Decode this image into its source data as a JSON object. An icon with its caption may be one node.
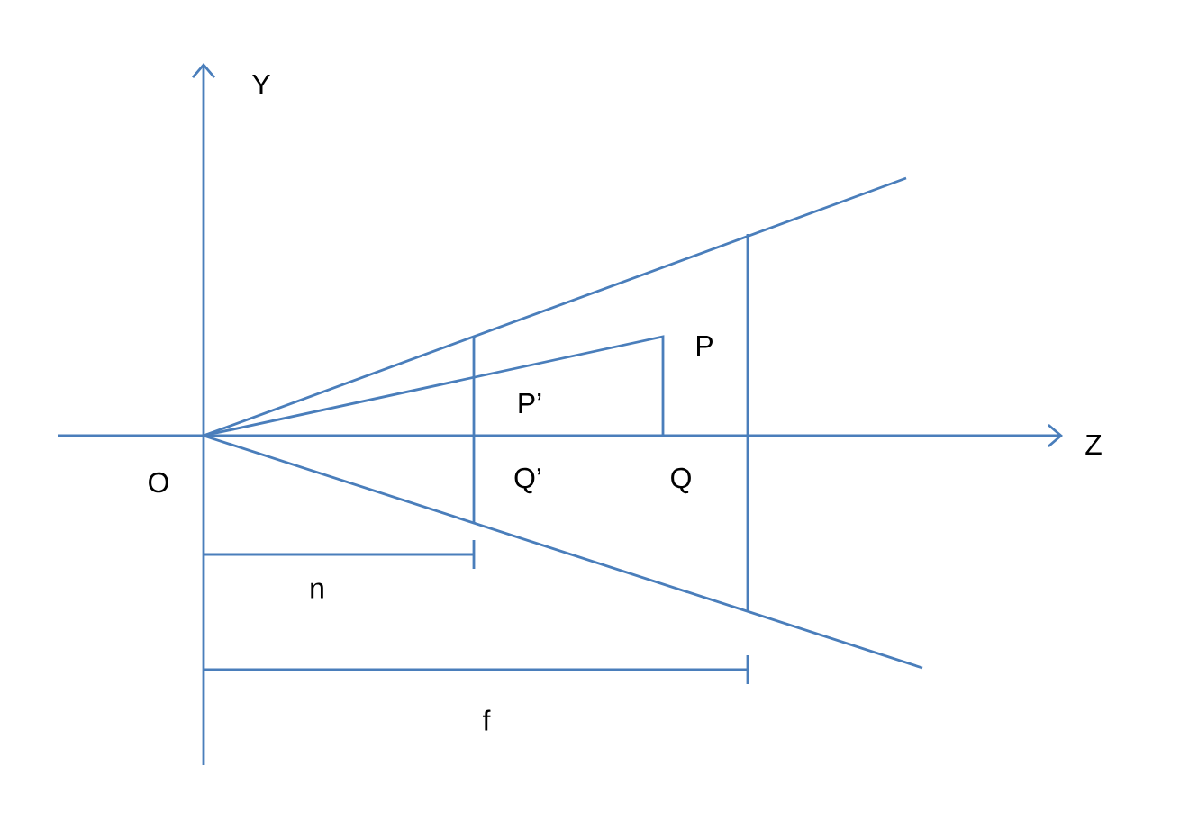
{
  "diagram": {
    "labels": [
      "Y",
      "P",
      "P’",
      "Z",
      "O",
      "Q’",
      "Q",
      "n",
      "f"
    ]
  }
}
